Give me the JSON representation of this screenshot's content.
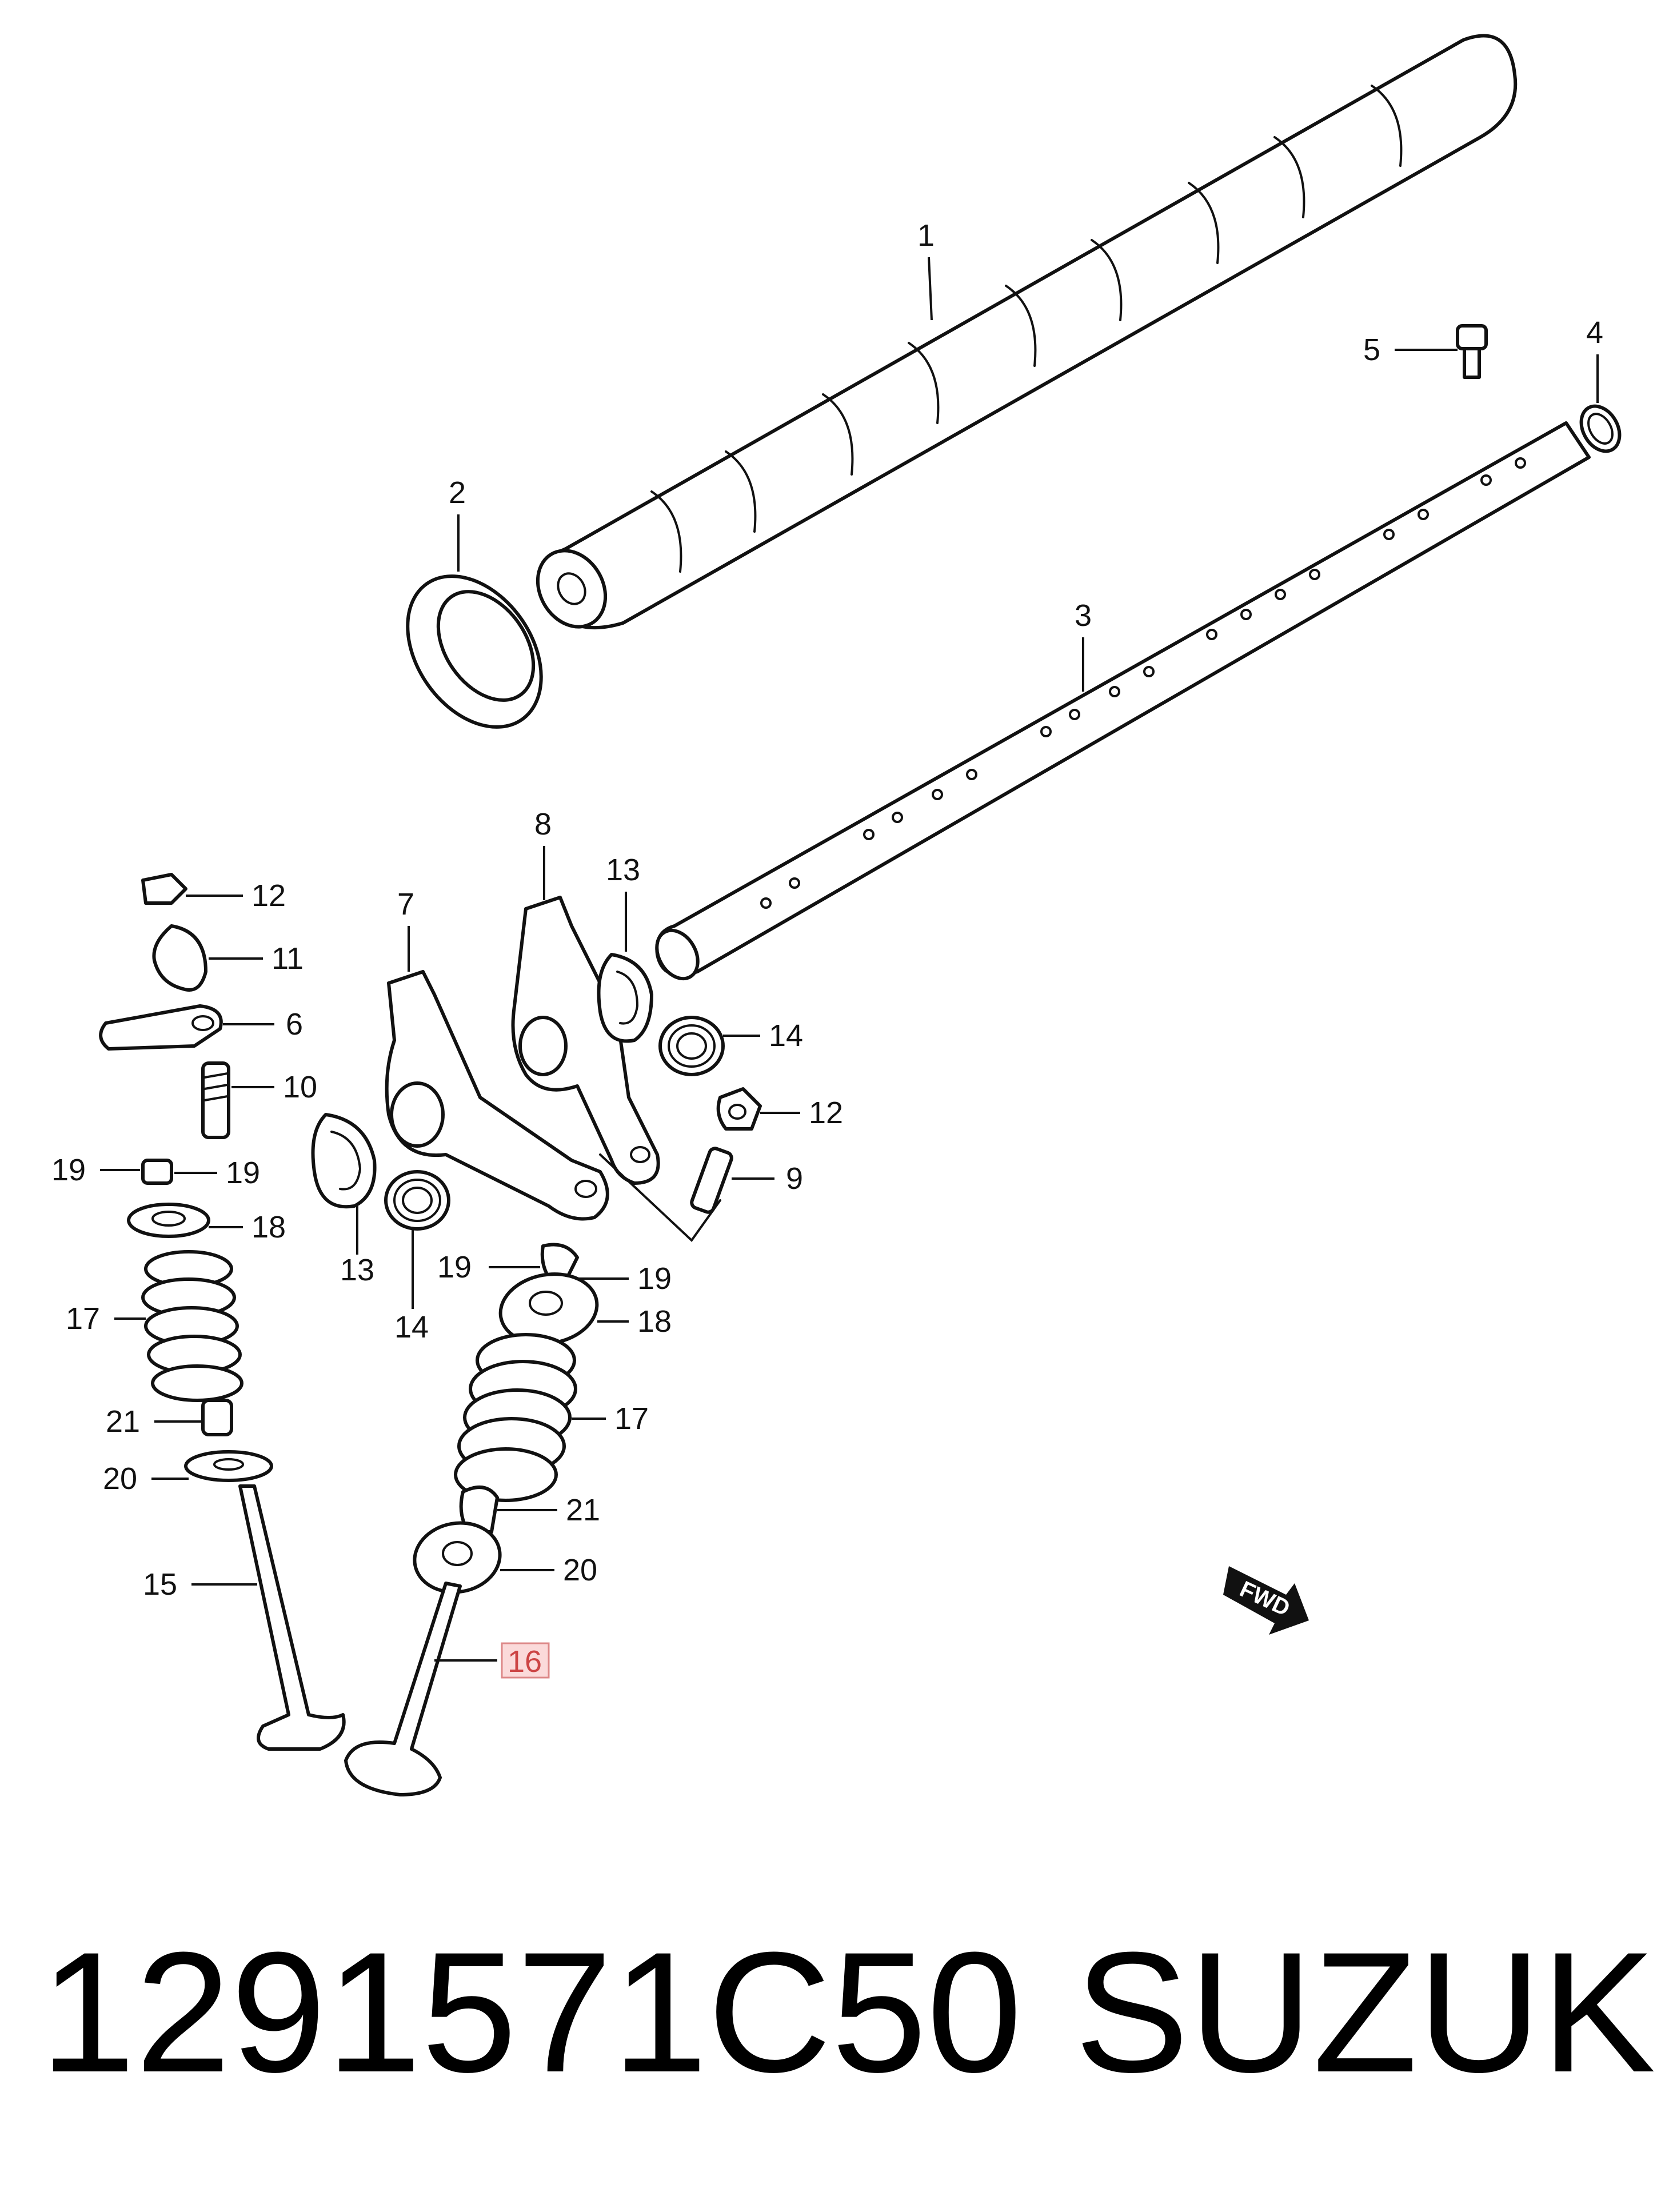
{
  "caption": {
    "part_number": "1291571C50",
    "brand": "SUZUKI"
  },
  "diagram": {
    "fwd_text": "FWD",
    "callouts": {
      "c1": "1",
      "c2": "2",
      "c3": "3",
      "c4": "4",
      "c5": "5",
      "c6": "6",
      "c7": "7",
      "c8": "8",
      "c9": "9",
      "c10": "10",
      "c11": "11",
      "c12a": "12",
      "c12b": "12",
      "c13a": "13",
      "c13b": "13",
      "c14a": "14",
      "c14b": "14",
      "c15": "15",
      "c16": "16",
      "c17a": "17",
      "c17b": "17",
      "c18a": "18",
      "c18b": "18",
      "c19a": "19",
      "c19b": "19",
      "c19c": "19",
      "c19d": "19",
      "c20a": "20",
      "c20b": "20",
      "c21a": "21",
      "c21b": "21"
    },
    "highlighted_callout": "16",
    "highlight_color": "#fbdada"
  }
}
